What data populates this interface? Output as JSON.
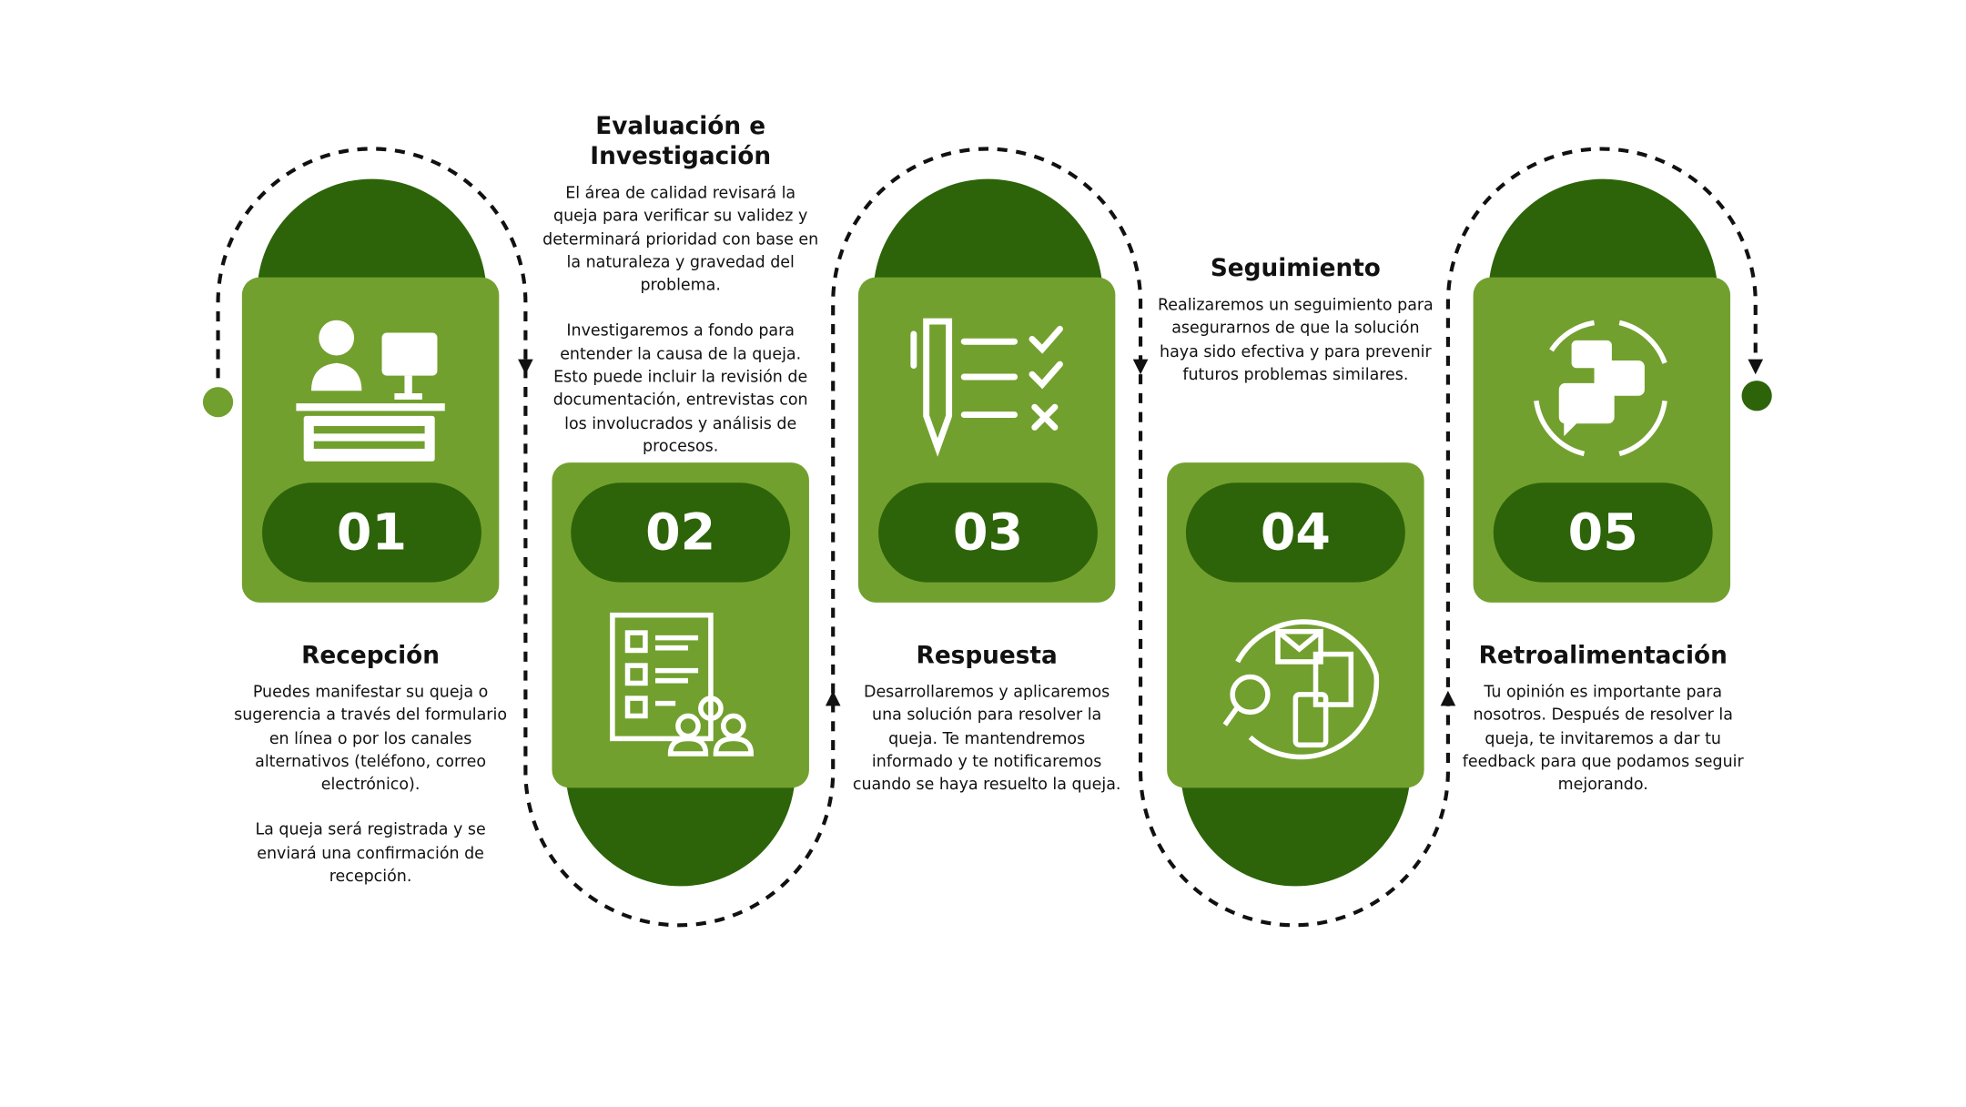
{
  "colors": {
    "dark_green": "#2d640a",
    "light_green": "#72a02e",
    "text": "#111111"
  },
  "steps": [
    {
      "number": "01",
      "title": "Recepción",
      "icon": "reception-desk-icon",
      "paragraphs": [
        "Puedes manifestar su queja o sugerencia a través del formulario en línea o por los canales alternativos (teléfono, correo electrónico).",
        "La queja será registrada y se enviará una confirmación de recepción."
      ]
    },
    {
      "number": "02",
      "title": "Evaluación e Investigación",
      "icon": "checklist-team-icon",
      "paragraphs": [
        "El área de calidad revisará la queja para verificar su validez y determinará prioridad con base en la naturaleza y gravedad del problema.",
        "Investigaremos a fondo para entender la causa de la queja. Esto puede incluir la revisión de documentación, entrevistas con los involucrados y análisis de procesos."
      ]
    },
    {
      "number": "03",
      "title": "Respuesta",
      "icon": "pen-checklist-icon",
      "paragraphs": [
        "Desarrollaremos y aplicaremos una solución para resolver la queja. Te mantendremos informado y te notificaremos cuando se haya resuelto la queja."
      ]
    },
    {
      "number": "04",
      "title": "Seguimiento",
      "icon": "search-messages-icon",
      "paragraphs": [
        "Realizaremos un seguimiento para asegurarnos de que la solución haya sido efectiva y para prevenir futuros problemas similares."
      ]
    },
    {
      "number": "05",
      "title": "Retroalimentación",
      "icon": "feedback-cycle-icon",
      "paragraphs": [
        "Tu opinión es importante para nosotros. Después de resolver la queja, te invitaremos a dar tu feedback para que podamos seguir mejorando."
      ]
    }
  ]
}
